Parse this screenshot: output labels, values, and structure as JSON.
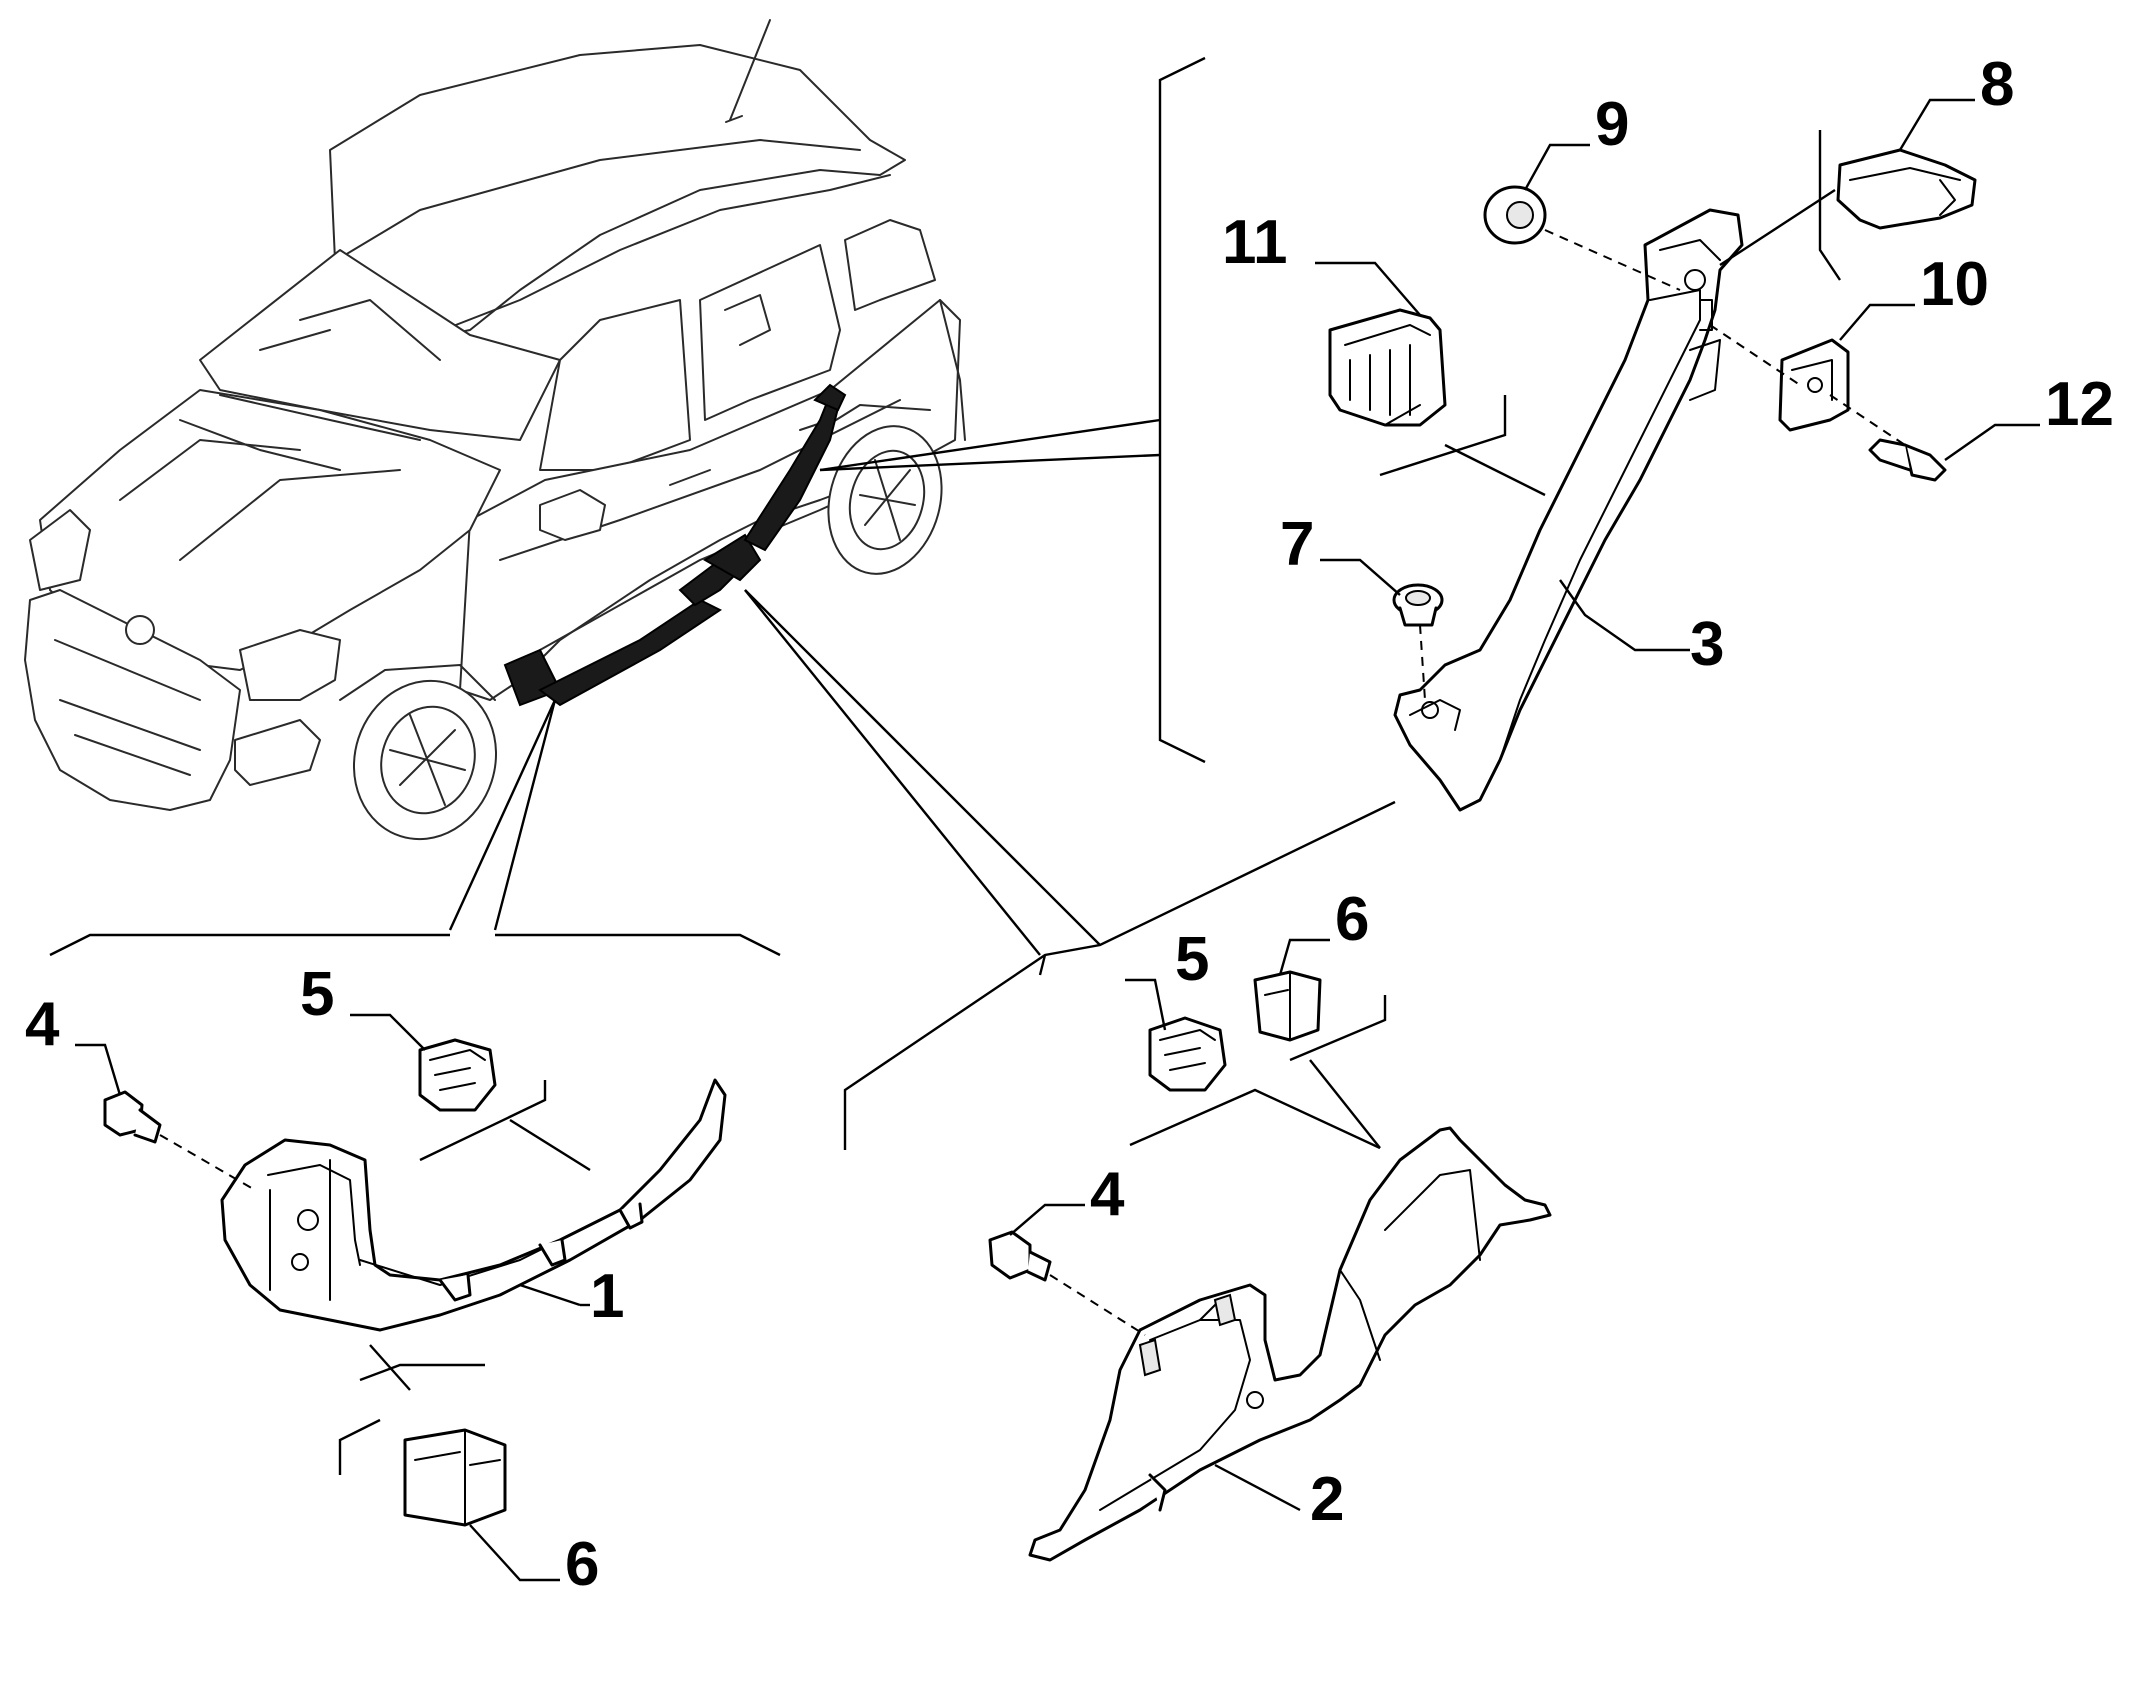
{
  "callouts": {
    "c1": "1",
    "c2": "2",
    "c3": "3",
    "c4a": "4",
    "c4b": "4",
    "c5a": "5",
    "c5b": "5",
    "c6a": "6",
    "c6b": "6",
    "c7": "7",
    "c8": "8",
    "c9": "9",
    "c10": "10",
    "c11": "11",
    "c12": "12"
  }
}
